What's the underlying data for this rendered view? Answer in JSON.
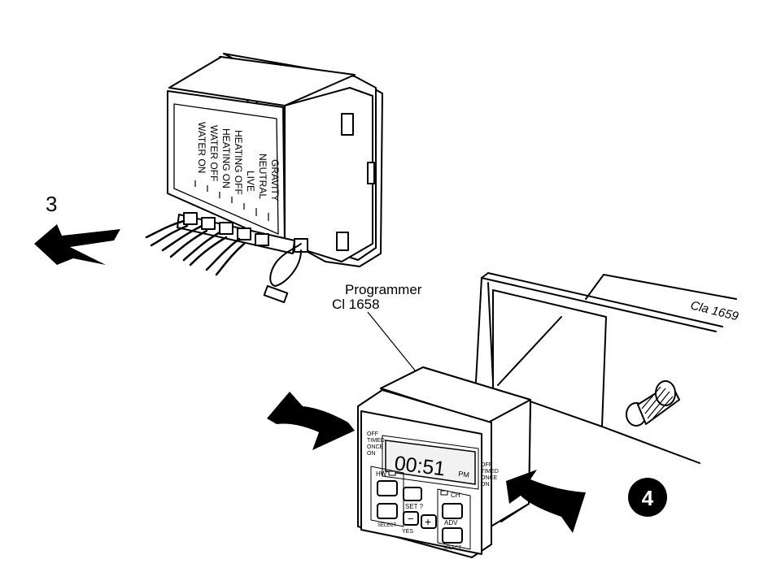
{
  "steps": {
    "step3": "3",
    "step4": "4"
  },
  "backbox": {
    "terminal_labels": [
      "GRAVITY",
      "NEUTRAL",
      "LIVE",
      "HEATING OFF",
      "HEATING ON",
      "WATER OFF",
      "WATER ON"
    ]
  },
  "callout": {
    "name": "Programmer",
    "code": "Cl 1658"
  },
  "panel": {
    "code": "Cla 1659"
  },
  "programmer": {
    "mode_left": [
      "OFF",
      "TIMED",
      "ONCE",
      "ON"
    ],
    "mode_right": [
      "OFF",
      "TIMED",
      "ONCE",
      "ON"
    ],
    "display_time": "00:51",
    "display_ampm": "PM",
    "hw_label": "HW",
    "ch_label": "CH",
    "set_label": "SET ?",
    "adv_label": "ADV",
    "minus_label": "−",
    "plus_label": "+",
    "yes_label": "YES",
    "select_label_left": "SELECT",
    "select_label_right": "SELECT"
  },
  "colors": {
    "ink": "#000000",
    "paper": "#ffffff"
  }
}
